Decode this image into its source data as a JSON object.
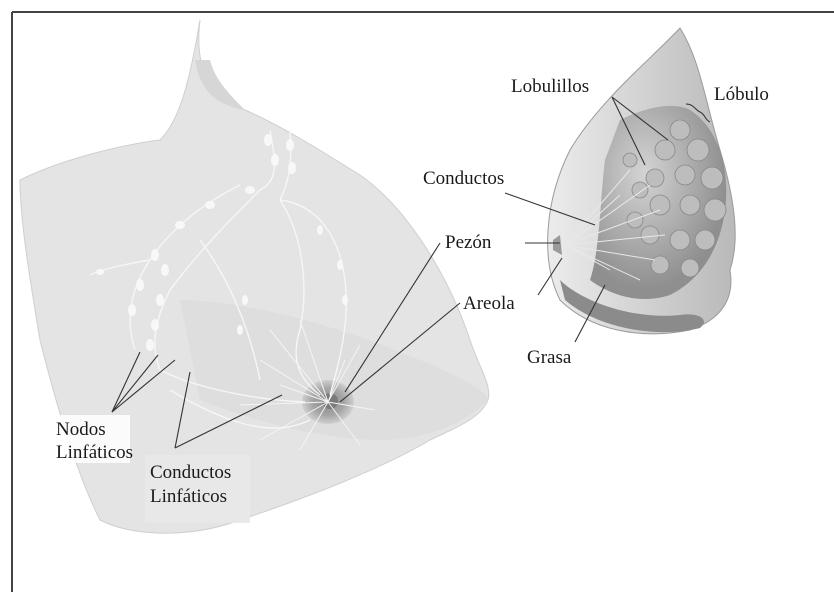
{
  "labels": {
    "lobulillos": "Lobulillos",
    "lobulo": "Lóbulo",
    "conductos": "Conductos",
    "pezon": "Pezón",
    "areola": "Areola",
    "grasa": "Grasa",
    "nodos_line1": "Nodos",
    "nodos_line2": "Linfáticos",
    "conductos_linf_line1": "Conductos",
    "conductos_linf_line2": "Linfáticos"
  }
}
